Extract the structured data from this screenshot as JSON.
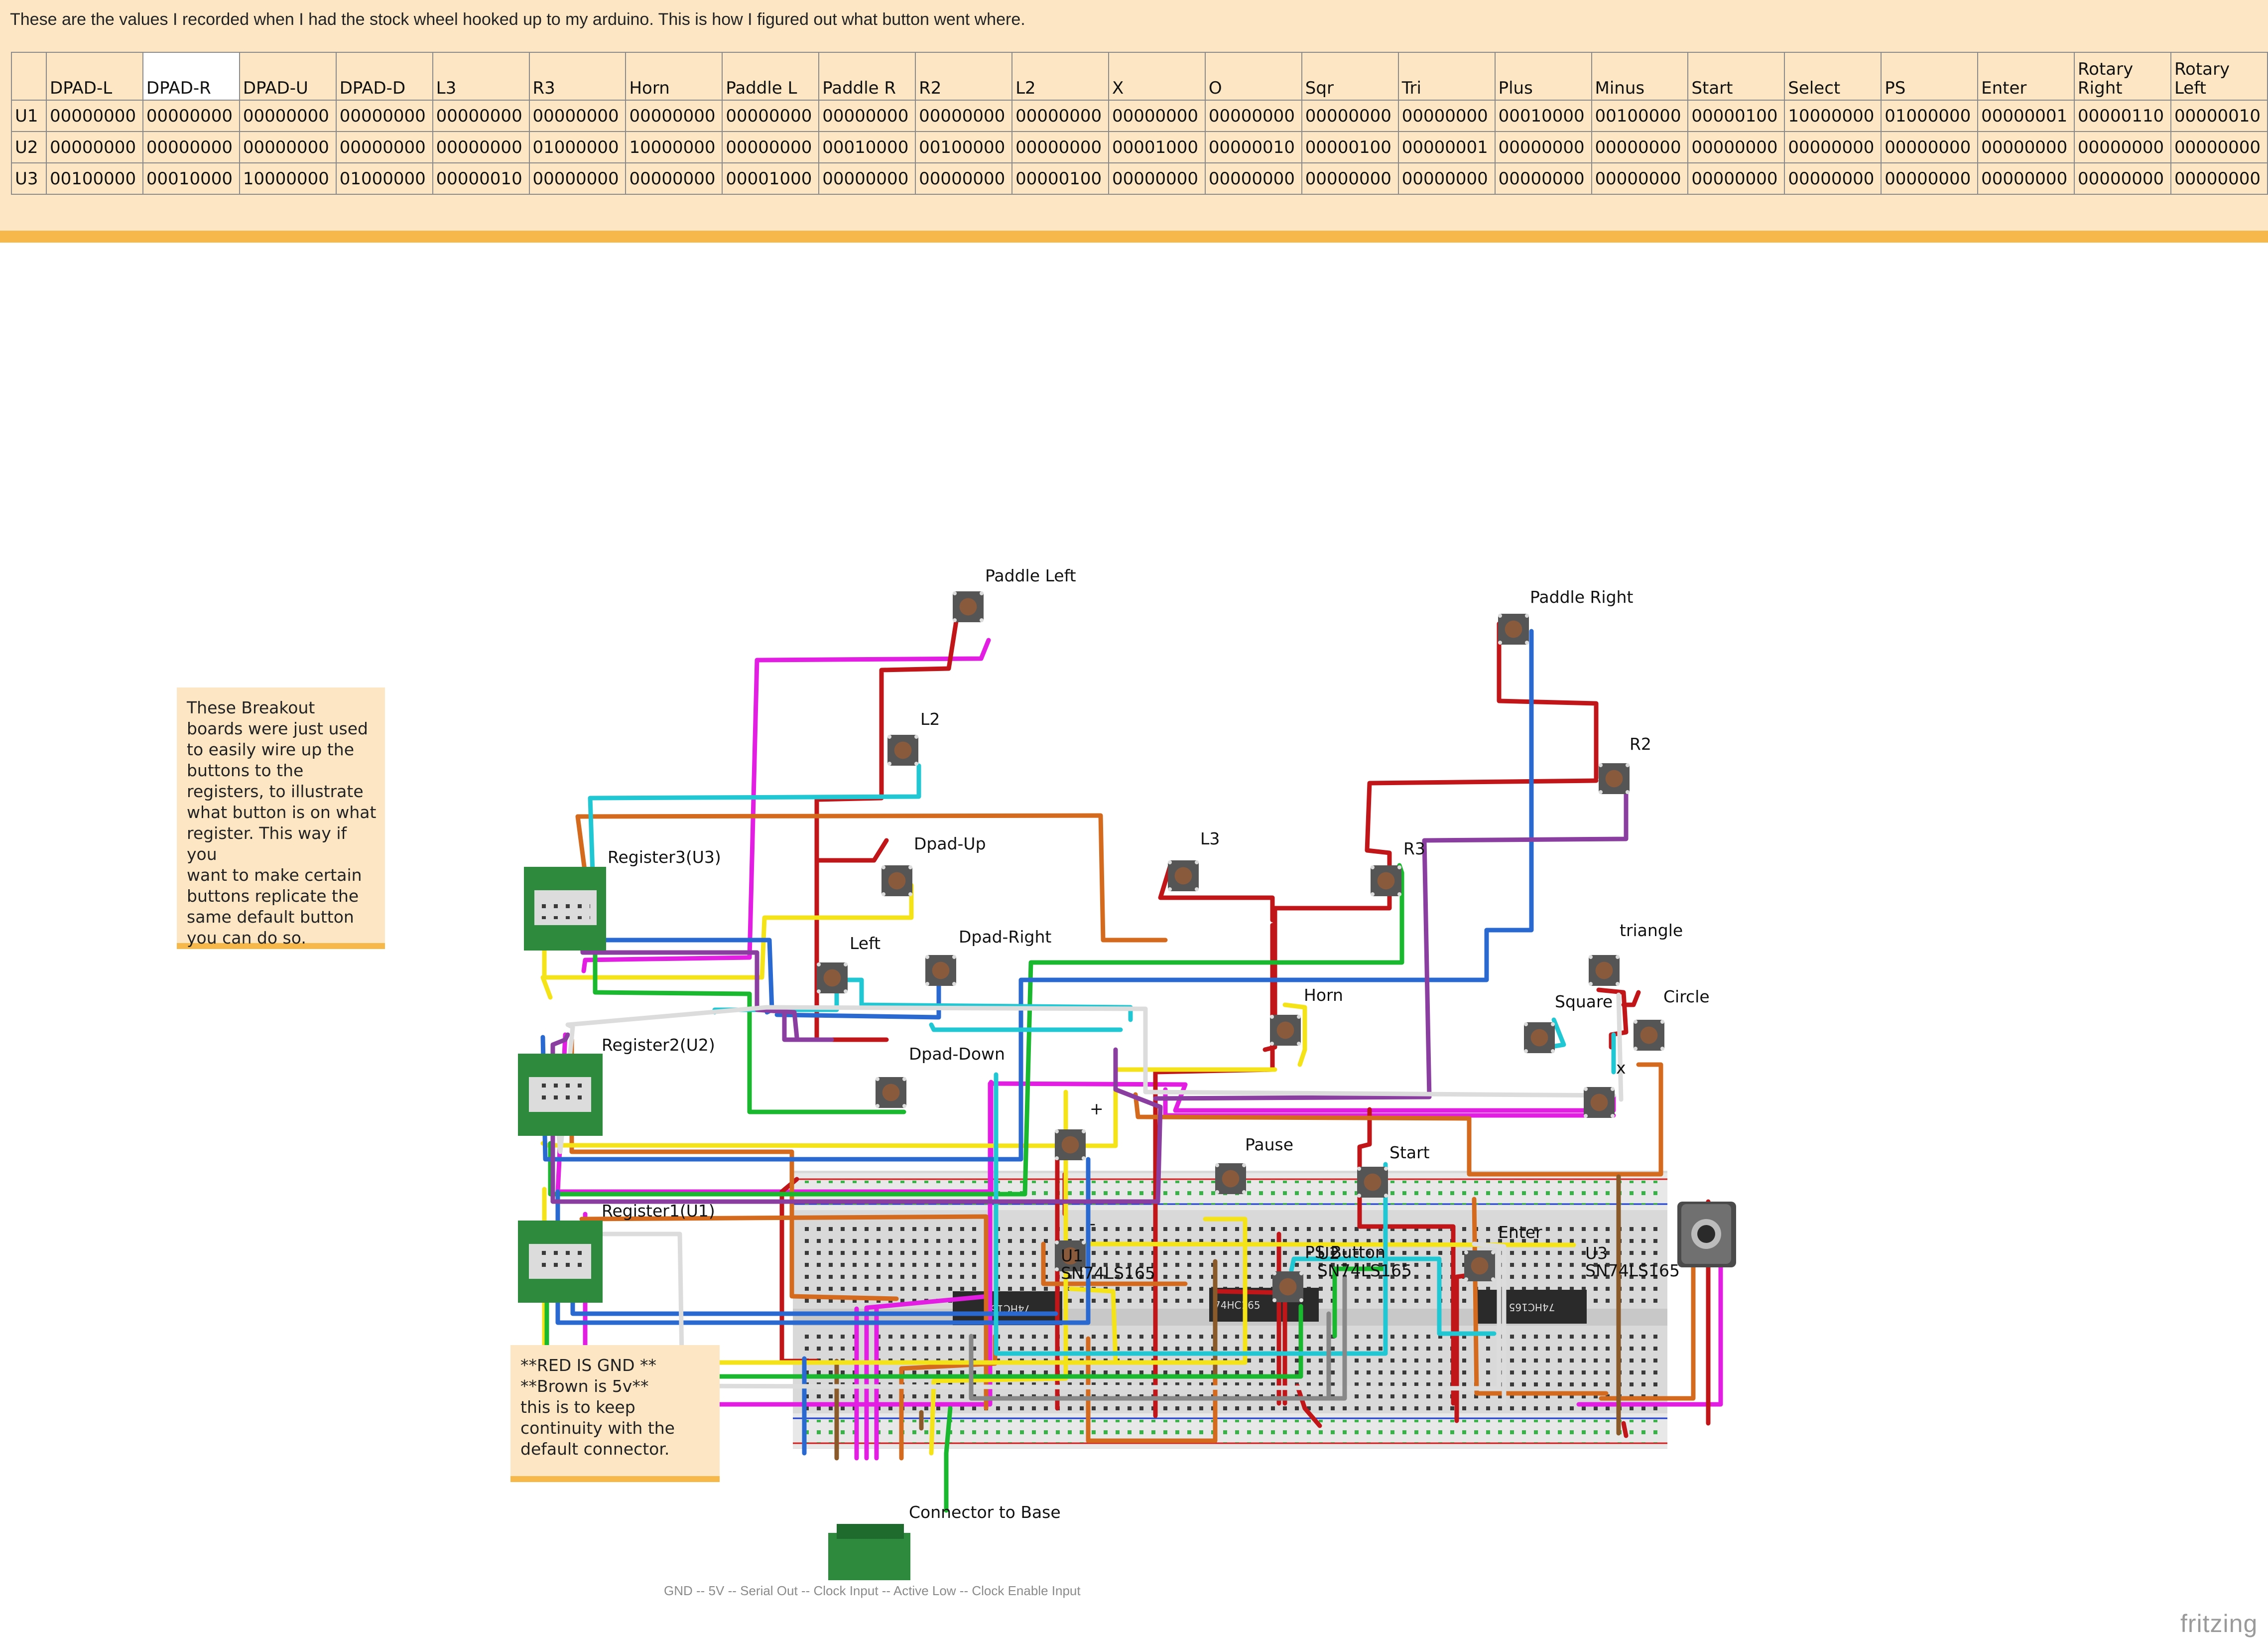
{
  "header": {
    "intro_text": "These are the values I recorded when I had the stock wheel hooked up to my arduino. This is how  I figured out what button went where."
  },
  "register_table": {
    "columns": [
      "DPAD-L",
      "DPAD-R",
      "DPAD-U",
      "DPAD-D",
      "L3",
      "R3",
      "Horn",
      "Paddle L",
      "Paddle R",
      "R2",
      "L2",
      "X",
      "O",
      "Sqr",
      "Tri",
      "Plus",
      "Minus",
      "Start",
      "Select",
      "PS",
      "Enter",
      "Rotary Right",
      "Rotary Left"
    ],
    "rows": [
      {
        "label": "U1",
        "values": [
          "00000000",
          "00000000",
          "00000000",
          "00000000",
          "00000000",
          "00000000",
          "00000000",
          "00000000",
          "00000000",
          "00000000",
          "00000000",
          "00000000",
          "00000000",
          "00000000",
          "00000000",
          "00010000",
          "00100000",
          "00000100",
          "10000000",
          "01000000",
          "00000001",
          "00000110",
          "00000010"
        ]
      },
      {
        "label": "U2",
        "values": [
          "00000000",
          "00000000",
          "00000000",
          "00000000",
          "00000000",
          "01000000",
          "10000000",
          "00000000",
          "00010000",
          "00100000",
          "00000000",
          "00001000",
          "00000010",
          "00000100",
          "00000001",
          "00000000",
          "00000000",
          "00000000",
          "00000000",
          "00000000",
          "00000000",
          "00000000",
          "00000000"
        ]
      },
      {
        "label": "U3",
        "values": [
          "00100000",
          "00010000",
          "10000000",
          "01000000",
          "00000010",
          "00000000",
          "00000000",
          "00001000",
          "00000000",
          "00000000",
          "00000100",
          "00000000",
          "00000000",
          "00000000",
          "00000000",
          "00000000",
          "00000000",
          "00000000",
          "00000000",
          "00000000",
          "00000000",
          "00000000",
          "00000000"
        ]
      }
    ]
  },
  "buttons": {
    "paddle_left": "Paddle Left",
    "paddle_right": "Paddle Right",
    "l2": "L2",
    "r2": "R2",
    "l3": "L3",
    "r3": "R3",
    "dpad_up": "Dpad-Up",
    "dpad_right": "Dpad-Right",
    "dpad_down": "Dpad-Down",
    "left": "Left",
    "horn": "Horn",
    "triangle": "triangle",
    "square": "Square",
    "circle": "Circle",
    "x": "x",
    "plus": "+",
    "minus": "-",
    "pause": "Pause",
    "start": "Start",
    "enter": "Enter",
    "ps_button": "PS Button"
  },
  "registers": {
    "reg3": "Register3(U3)",
    "reg2": "Register2(U2)",
    "reg1": "Register1(U1)"
  },
  "chips": {
    "u1_name": "U1",
    "u1_part": "SN74LS165",
    "u2_name": "U2",
    "u2_part": "SN74LS165",
    "u3_name": "U3",
    "u3_part": "SN74LS165",
    "body_u1": "74HC165",
    "body_u2": "74HC165",
    "body_u3": "74HC165"
  },
  "connector": {
    "label": "Connector to Base",
    "pinout": "GND -- 5V -- Serial Out -- Clock Input -- Active Low -- Clock Enable Input"
  },
  "notes": {
    "breakout_lines": [
      "These Breakout",
      "boards were just used",
      "to easily wire up the",
      "buttons to the",
      "registers, to illustrate",
      "what button is on what",
      "register. This way if you",
      "want to make certain",
      "buttons replicate the",
      "same default button",
      "you can do so."
    ],
    "color_lines": [
      "**RED IS GND **",
      "**Brown is 5v**",
      "this is to keep",
      "continuity with the",
      "default connector."
    ]
  },
  "brand": "fritzing",
  "colors": {
    "gnd": "#c0161a",
    "vcc": "#b5611c",
    "banner_bg": "#fde6c4",
    "banner_accent": "#f7b84b"
  }
}
